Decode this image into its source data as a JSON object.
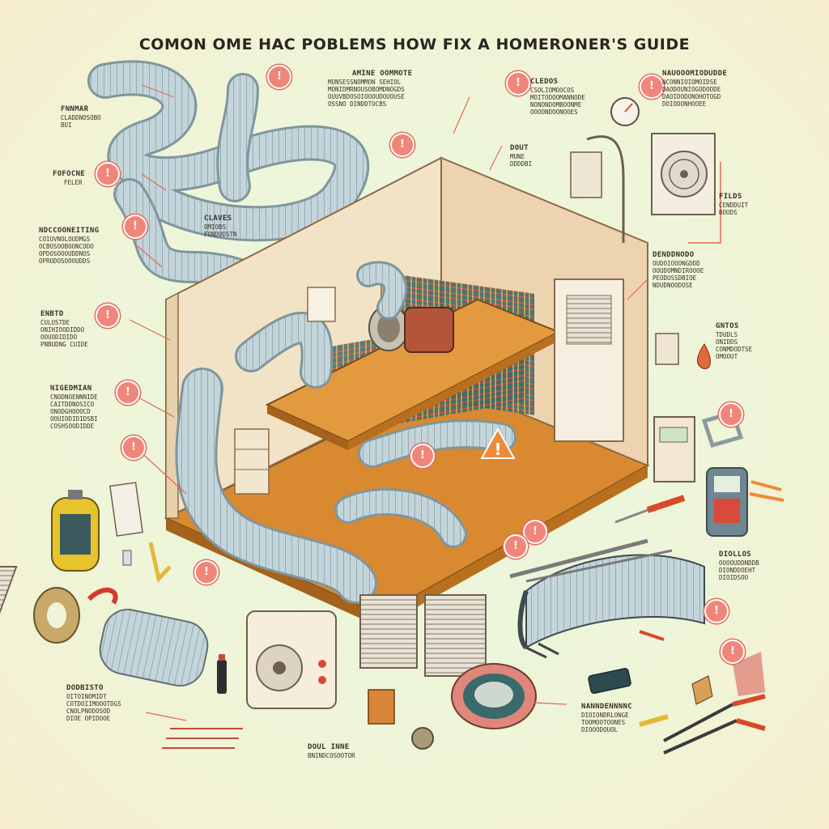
{
  "title": "COMON OME HAC POBLEMS HOW FIX A HOMERONER'S GUIDE",
  "callouts": [
    {
      "id": "top-left",
      "head": "FNNMAR",
      "lines": [
        "CLADDNOSOBO",
        "BUI"
      ]
    },
    {
      "id": "filter",
      "head": "FOFOCNE",
      "lines": [
        "FELER"
      ]
    },
    {
      "id": "left-1",
      "head": "NDCCOONEITING",
      "lines": [
        "COIUVNOLOUDMGS",
        "OCBOSOOBOONCODO",
        "OPDOSOOOUDDNOS",
        "OPRODOSOOOUDDS"
      ]
    },
    {
      "id": "left-2",
      "head": "ENBTD",
      "lines": [
        "CULUSTDE",
        "ONIHIOODIDDO",
        "OOUODIDIDO",
        "PNBUDNG CUIDE"
      ]
    },
    {
      "id": "left-3",
      "head": "NIGEDMIAN",
      "lines": [
        "CNODNOENNNIDE",
        "CAITDDNOSICO",
        "ONODGHOOOCD",
        "OOUIODIDIDSBI",
        "COSHSOODIDDE"
      ]
    },
    {
      "id": "top-center",
      "head": "AMINE OOMMOTE",
      "lines": [
        "MUNSESSNOMMON SEHIOL",
        "MONIDMRNOUSOBOMDNOGDS",
        "OUUVBDOSOIOOOUDOUOUSE",
        "OSSNO DINDDTOCBS"
      ]
    },
    {
      "id": "center-small",
      "head": "CLAVES",
      "lines": [
        "OMIOBS",
        "FONDUDSTN"
      ]
    },
    {
      "id": "warning-top",
      "head": "CLEDOS",
      "lines": [
        "CSOLIOMOOCOS",
        "MOITODOOMANNODE",
        "NONONDOMBOONME",
        "OOOONDOONOOES"
      ]
    },
    {
      "id": "warning-sub",
      "head": "DOUT",
      "lines": [
        "MUNE",
        "DDDDBI"
      ]
    },
    {
      "id": "top-right",
      "head": "NAUOOOMIODUDDE",
      "lines": [
        "NCONNIOIOMOIDSE",
        "DAODOUNIOGODODDE",
        "DAOIDODONOHOTOGD",
        "DOIODONHOOEE"
      ]
    },
    {
      "id": "right-1",
      "head": "FILDS",
      "lines": [
        "CENDDUIT",
        "BOUDS"
      ]
    },
    {
      "id": "right-2",
      "head": "DENDDNODO",
      "lines": [
        "OUDOIOOONGDDD",
        "OOUDOMNDIROOOE",
        "PEODUSSDBIOE",
        "NDUDNOODOSE"
      ]
    },
    {
      "id": "right-3",
      "head": "GNTOS",
      "lines": [
        "TDUDLS",
        "ONIDDS",
        "CONMDODTSE",
        "OMOOUT"
      ]
    },
    {
      "id": "right-4",
      "head": "DIOLLOS",
      "lines": [
        "OOOOUDDNDDB",
        "DIONDDOEHT",
        "DIOIDSOO"
      ]
    },
    {
      "id": "bottom-left",
      "head": "DODBISTO",
      "lines": [
        "OITOINOMIDT",
        "COTDOIIMOOOTDGS",
        "CNOLPNODOSOD",
        "DIOE OPIDOOE"
      ]
    },
    {
      "id": "bottom-center",
      "head": "DOUL INNE",
      "lines": [
        "BNINDCOSOOTOR"
      ]
    },
    {
      "id": "bottom-right",
      "head": "NANNDENNNNC",
      "lines": [
        "DIOIONDRLONGE",
        "TOOMOOTOONES",
        "DIOOODOUOL"
      ]
    }
  ],
  "colors": {
    "background": "#eef5d8",
    "duct": "#b9cdd3",
    "duct_shadow": "#7f969d",
    "wood": "#d9892f",
    "wall": "#f3e3c6",
    "badge": "#f0867a",
    "warning": "#f08a3a",
    "ink": "#3a3128"
  },
  "icons": [
    "exclamation-badge-icon",
    "warning-triangle-icon",
    "water-drop-icon",
    "gauge-icon",
    "thermostat-icon",
    "screwdriver-icon",
    "pliers-icon",
    "air-filter-icon",
    "ac-unit-icon",
    "fan-icon",
    "refrigerant-tank-icon",
    "insulation-roll-icon",
    "duct-tape-icon",
    "multimeter-icon"
  ]
}
